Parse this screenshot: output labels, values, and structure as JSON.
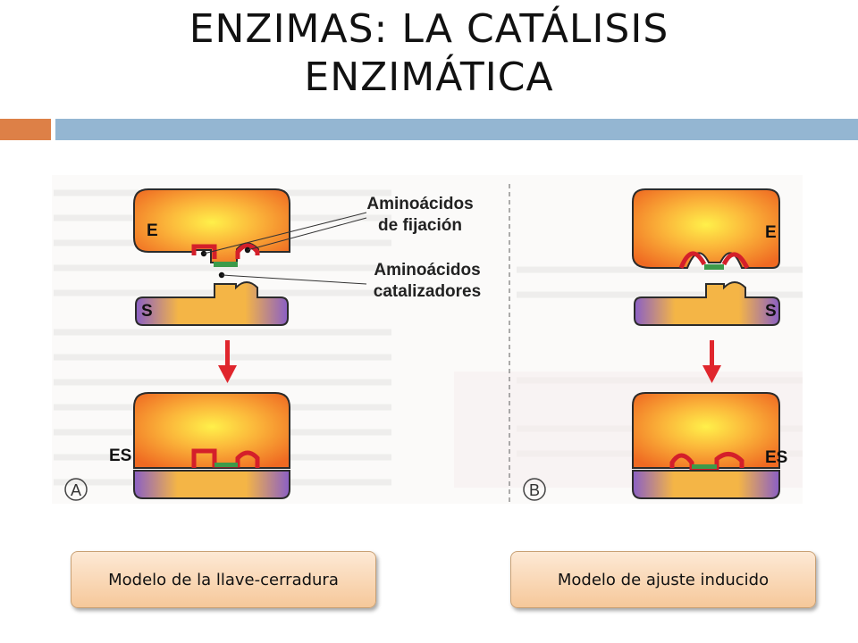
{
  "slide": {
    "title_line1": "ENZIMAS: LA CATÁLISIS",
    "title_line2": "ENZIMÁTICA"
  },
  "figure": {
    "label_fijacion_1": "Aminoácidos",
    "label_fijacion_2": "de fijación",
    "label_catal_1": "Aminoácidos",
    "label_catal_2": "catalizadores",
    "panel_a": {
      "e": "E",
      "s": "S",
      "es": "ES",
      "letter": "A"
    },
    "panel_b": {
      "e": "E",
      "s": "S",
      "es": "ES",
      "letter": "B"
    }
  },
  "captions": {
    "left": "Modelo de la llave-cerradura",
    "right": "Modelo de ajuste inducido"
  },
  "colors": {
    "accent_orange": "#dd8047",
    "accent_blue": "#94b6d2",
    "arrow_red": "#e0262d",
    "site_green": "#3c9a4a"
  }
}
